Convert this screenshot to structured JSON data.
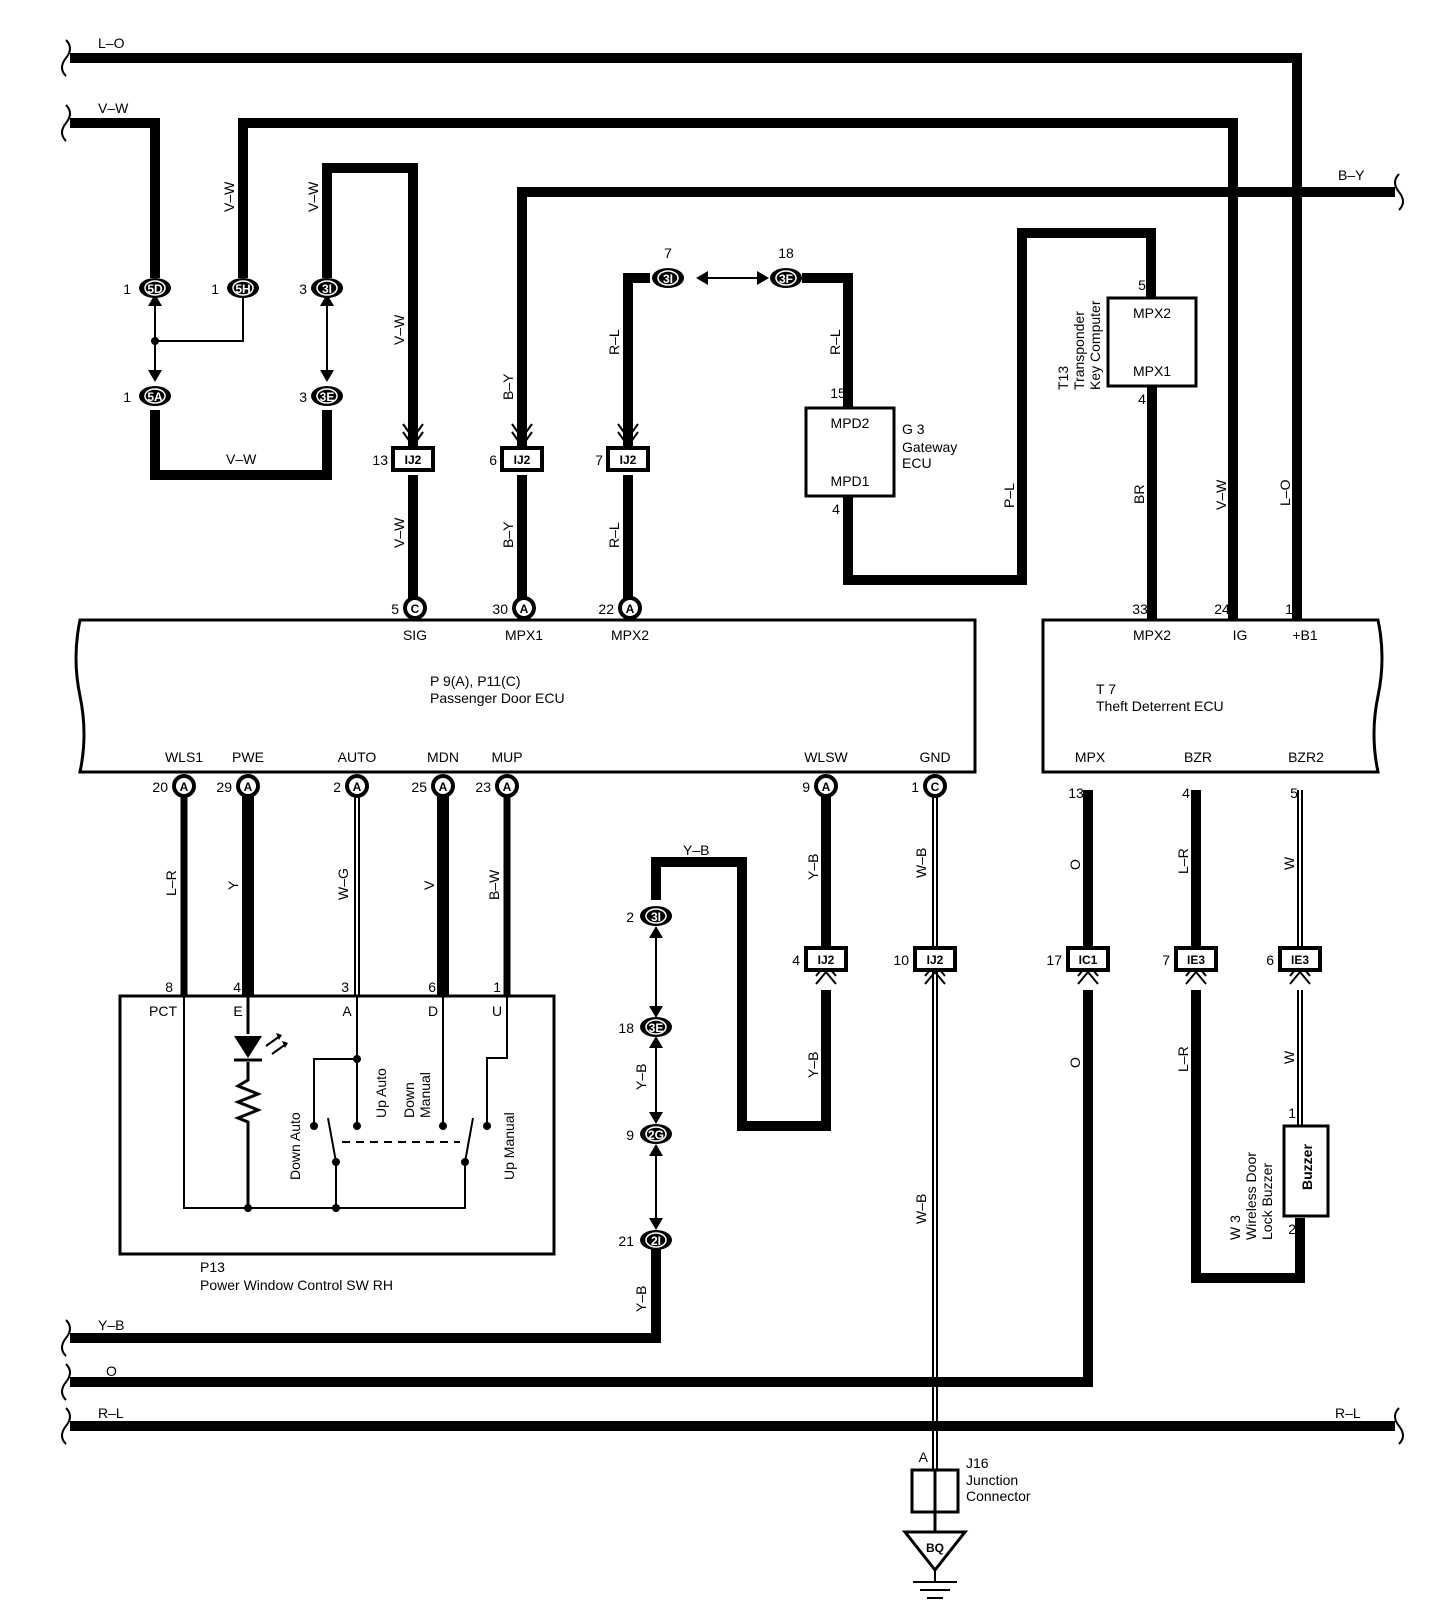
{
  "bus_labels": {
    "lo": "L–O",
    "vw": "V–W",
    "by": "B–Y",
    "yb": "Y–B",
    "o": "O",
    "rl_left": "R–L",
    "rl_right": "R–L"
  },
  "wire_colors": {
    "vw_a": "V–W",
    "vw_b": "V–W",
    "vw_c": "V–W",
    "vw_d": "V–W",
    "vw_e": "V–W",
    "by_a": "B–Y",
    "by_b": "B–Y",
    "rl_a": "R–L",
    "rl_b": "R–L",
    "rl_c": "R–L",
    "pl": "P–L",
    "br": "BR",
    "vw_ig": "V–W",
    "lo_b1": "L–O",
    "lr_a": "L–R",
    "y": "Y",
    "wg": "W–G",
    "v": "V",
    "bw": "B–W",
    "yb_a": "Y–B",
    "yb_b": "Y–B",
    "yb_c": "Y–B",
    "yb_d": "Y–B",
    "yb_e": "Y–B",
    "wb_a": "W–B",
    "wb_b": "W–B",
    "o_a": "O",
    "o_b": "O",
    "lr_b": "L–R",
    "lr_c": "L–R",
    "w_a": "W",
    "w_b": "W"
  },
  "connectors": {
    "c5d": {
      "code": "5D",
      "pin": "1"
    },
    "c5h": {
      "code": "5H",
      "pin": "1"
    },
    "c3i_top": {
      "code": "3I",
      "pin": "3"
    },
    "c5a": {
      "code": "5A",
      "pin": "1"
    },
    "c3e_top": {
      "code": "3E",
      "pin": "3"
    },
    "c3i_gw": {
      "code": "3I",
      "pin": "7"
    },
    "c3f": {
      "code": "3F",
      "pin": "18"
    },
    "ij2_13": {
      "code": "IJ2",
      "pin": "13"
    },
    "ij2_6": {
      "code": "IJ2",
      "pin": "6"
    },
    "ij2_7": {
      "code": "IJ2",
      "pin": "7"
    },
    "c3i_lo": {
      "code": "3I",
      "pin": "2"
    },
    "c3e_lo": {
      "code": "3E",
      "pin": "18"
    },
    "c2g": {
      "code": "2G",
      "pin": "9"
    },
    "c2i": {
      "code": "2I",
      "pin": "21"
    },
    "ij2_4": {
      "code": "IJ2",
      "pin": "4"
    },
    "ij2_10": {
      "code": "IJ2",
      "pin": "10"
    },
    "ic1_17": {
      "code": "IC1",
      "pin": "17"
    },
    "ie3_7": {
      "code": "IE3",
      "pin": "7"
    },
    "ie3_6": {
      "code": "IE3",
      "pin": "6"
    }
  },
  "passenger_ecu": {
    "title1": "P 9(A), P11(C)",
    "title2": "Passenger Door ECU",
    "top_pins": [
      {
        "num": "5",
        "conn": "C",
        "name": "SIG"
      },
      {
        "num": "30",
        "conn": "A",
        "name": "MPX1"
      },
      {
        "num": "22",
        "conn": "A",
        "name": "MPX2"
      }
    ],
    "bottom_pins": [
      {
        "num": "20",
        "conn": "A",
        "name": "WLS1"
      },
      {
        "num": "29",
        "conn": "A",
        "name": "PWE"
      },
      {
        "num": "2",
        "conn": "A",
        "name": "AUTO"
      },
      {
        "num": "25",
        "conn": "A",
        "name": "MDN"
      },
      {
        "num": "23",
        "conn": "A",
        "name": "MUP"
      },
      {
        "num": "9",
        "conn": "A",
        "name": "WLSW"
      },
      {
        "num": "1",
        "conn": "C",
        "name": "GND"
      }
    ]
  },
  "theft_ecu": {
    "title1": "T 7",
    "title2": "Theft Deterrent ECU",
    "top_pins": [
      {
        "num": "33",
        "name": "MPX2"
      },
      {
        "num": "24",
        "name": "IG"
      },
      {
        "num": "1",
        "name": "+B1"
      }
    ],
    "bottom_pins": [
      {
        "num": "13",
        "name": "MPX"
      },
      {
        "num": "4",
        "name": "BZR"
      },
      {
        "num": "5",
        "name": "BZR2"
      }
    ]
  },
  "gateway": {
    "label1": "G 3",
    "label2": "Gateway",
    "label3": "ECU",
    "pin_top": "15",
    "pin_top_name": "MPD2",
    "pin_bottom": "4",
    "pin_bottom_name": "MPD1"
  },
  "transponder": {
    "label1": "T13",
    "label2": "Transponder",
    "label3": "Key Computer",
    "pin_top": "5",
    "pin_top_name": "MPX2",
    "pin_bottom": "4",
    "pin_bottom_name": "MPX1"
  },
  "window_switch": {
    "label1": "P13",
    "label2": "Power Window Control SW RH",
    "pins": [
      {
        "num": "8",
        "name": "PCT"
      },
      {
        "num": "4",
        "name": "E"
      },
      {
        "num": "3",
        "name": "A"
      },
      {
        "num": "6",
        "name": "D"
      },
      {
        "num": "1",
        "name": "U"
      }
    ],
    "positions": [
      "Down Auto",
      "Up Auto",
      "Down",
      "Manual",
      "Up Manual"
    ]
  },
  "buzzer": {
    "label1": "W 3",
    "label2": "Wireless Door",
    "label3": "Lock Buzzer",
    "name": "Buzzer",
    "pin_top": "1",
    "pin_bottom": "2"
  },
  "junction": {
    "label1": "J16",
    "label2": "Junction",
    "label3": "Connector",
    "pin": "A"
  },
  "ground": {
    "code": "BQ"
  }
}
